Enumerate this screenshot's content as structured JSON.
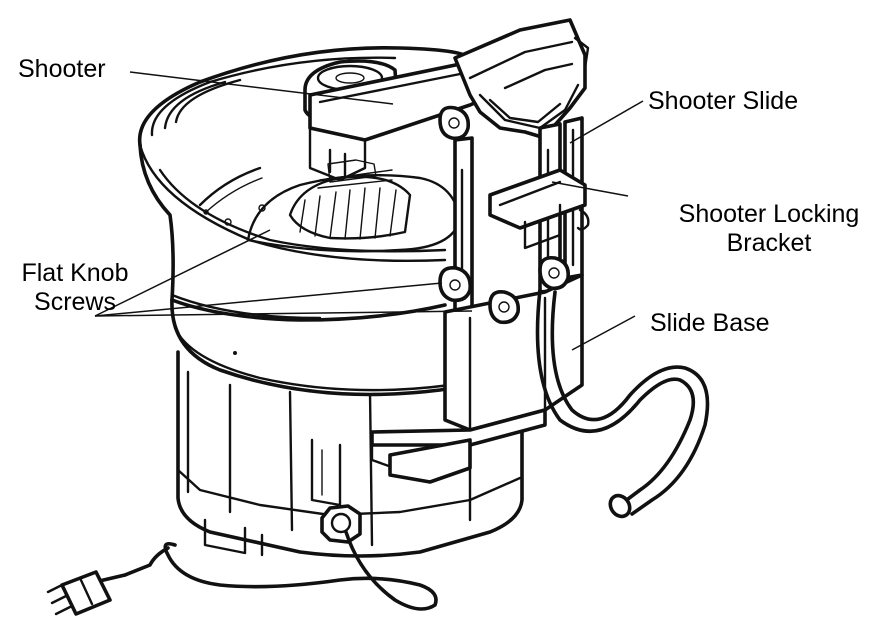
{
  "labels": {
    "shooter": "Shooter",
    "shooter_slide": "Shooter Slide",
    "locking_bracket_line1": "Shooter Locking",
    "locking_bracket_line2": "Bracket",
    "flat_knob_line1": "Flat Knob",
    "flat_knob_line2": "Screws",
    "slide_base": "Slide Base"
  },
  "colors": {
    "ink": "#111111",
    "background": "#ffffff"
  }
}
